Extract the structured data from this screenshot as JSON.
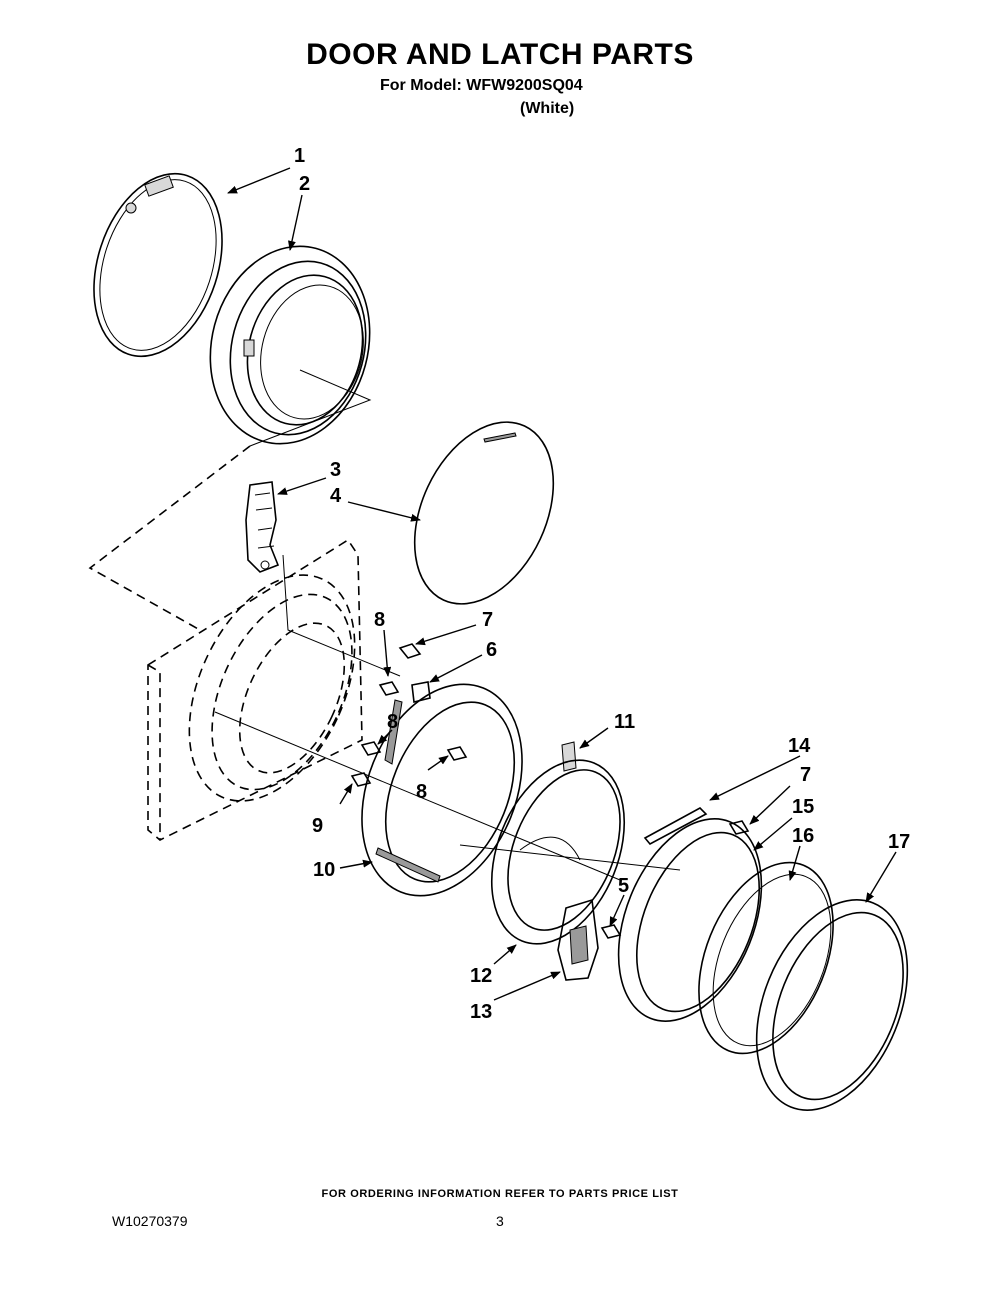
{
  "header": {
    "title": "DOOR AND LATCH PARTS",
    "model_line": "For Model: WFW9200SQ04",
    "color_line": "(White)"
  },
  "callouts": [
    {
      "label": "1"
    },
    {
      "label": "2"
    },
    {
      "label": "3"
    },
    {
      "label": "4"
    },
    {
      "label": "8"
    },
    {
      "label": "7"
    },
    {
      "label": "6"
    },
    {
      "label": "8"
    },
    {
      "label": "11"
    },
    {
      "label": "8"
    },
    {
      "label": "9"
    },
    {
      "label": "10"
    },
    {
      "label": "14"
    },
    {
      "label": "7"
    },
    {
      "label": "15"
    },
    {
      "label": "16"
    },
    {
      "label": "17"
    },
    {
      "label": "5"
    },
    {
      "label": "12"
    },
    {
      "label": "13"
    }
  ],
  "footer": {
    "note": "FOR ORDERING INFORMATION REFER TO PARTS PRICE LIST",
    "doc_number": "W10270379",
    "page_number": "3"
  }
}
